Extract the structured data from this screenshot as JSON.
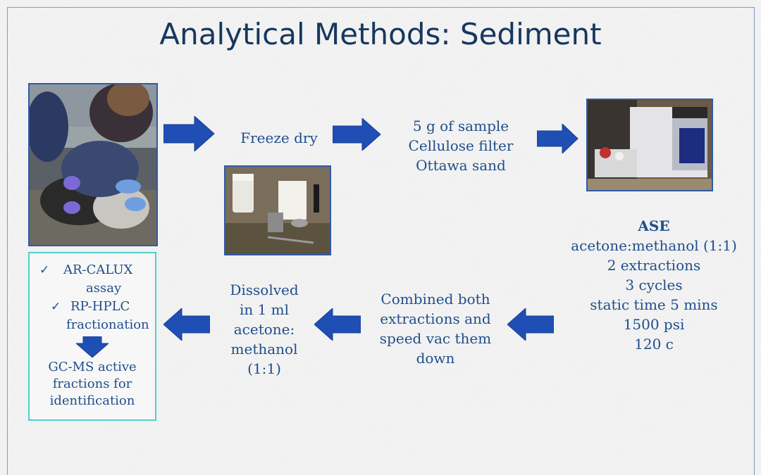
{
  "slide": {
    "title": "Analytical Methods: Sediment"
  },
  "images": {
    "field_photo": "field-sampling-photo",
    "tools_photo": "lab-tools-photo",
    "instrument_photo": "ase-instrument-photo"
  },
  "steps": {
    "freeze_dry": "Freeze dry",
    "sample_line1": "5 g of sample",
    "sample_line2": "Cellulose filter",
    "sample_line3": "Ottawa sand",
    "ase_title": "ASE",
    "ase_line1": "acetone:methanol (1:1)",
    "ase_line2": "2 extractions",
    "ase_line3": "3 cycles",
    "ase_line4": "static time 5 mins",
    "ase_line5": "1500 psi",
    "ase_line6": "120 c",
    "combined_line1": "Combined both",
    "combined_line2": "extractions and",
    "combined_line3": "speed vac them",
    "combined_line4": "down",
    "dissolved_line1": "Dissolved",
    "dissolved_line2": "in 1 ml",
    "dissolved_line3": "acetone:",
    "dissolved_line4": "methanol",
    "dissolved_line5": "(1:1)"
  },
  "assay_box": {
    "item1_line1": "AR-CALUX",
    "item1_line2": "assay",
    "item2_line1": "RP-HPLC",
    "item2_line2": "fractionation",
    "final_line1": "GC-MS active",
    "final_line2": "fractions for",
    "final_line3": "identification",
    "check_mark": "✓"
  },
  "colors": {
    "title": "#17375e",
    "text": "#1f4e8c",
    "arrow": "#1f4fb5",
    "box_border": "#4fd1c5"
  }
}
